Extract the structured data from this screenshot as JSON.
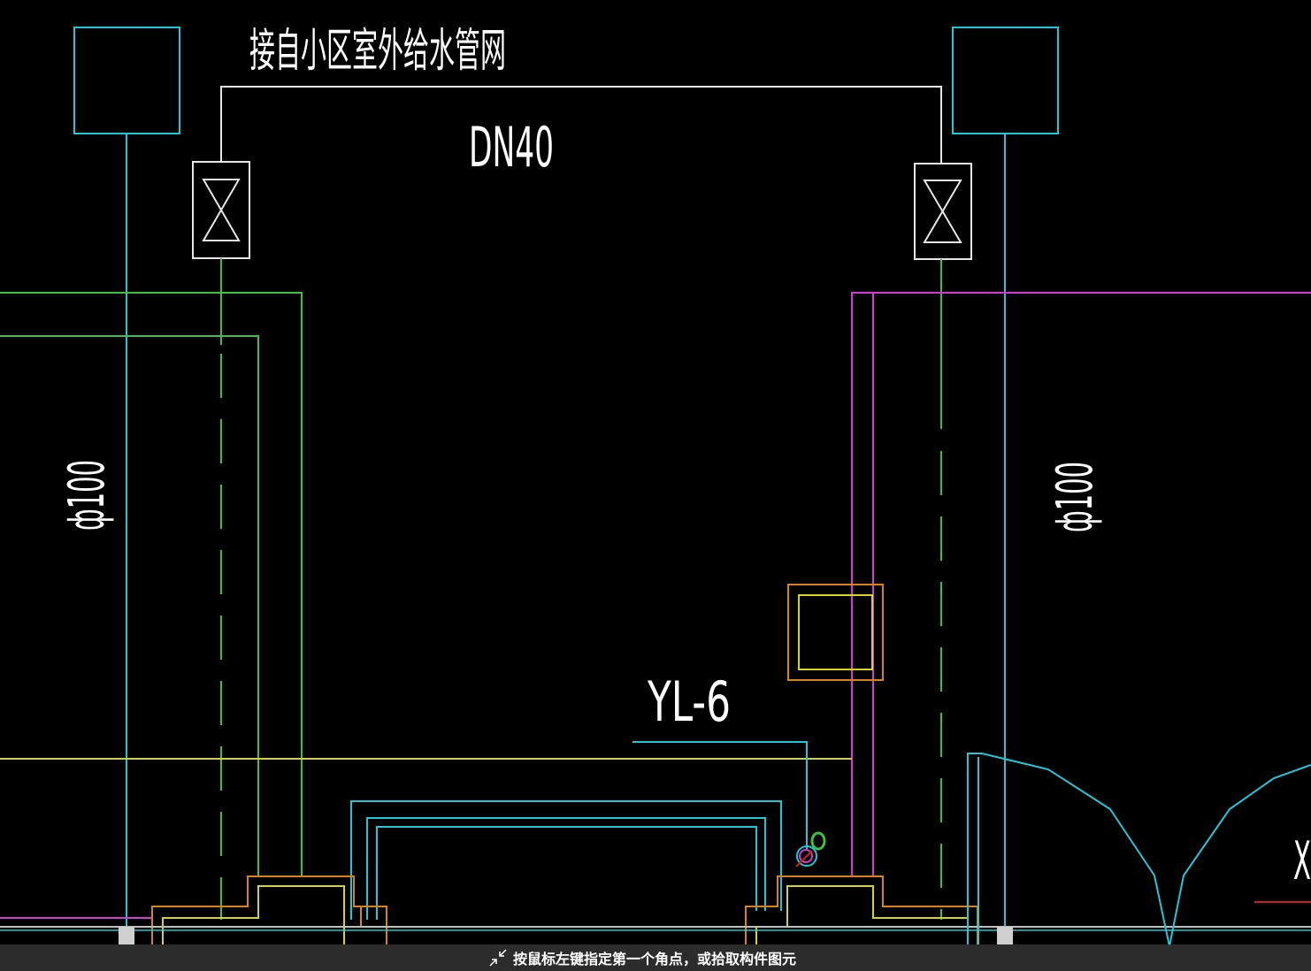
{
  "drawing": {
    "title_text": "接自小区室外给水管网",
    "pipe_size_label": "DN40",
    "left_diameter_label": "ф100",
    "right_diameter_label": "ф100",
    "riser_tag": "YL-6",
    "node_marker": "0",
    "edge_fragment_text": "X"
  },
  "status": {
    "prompt_text": "按鼠标左键指定第一个角点，或拾取构件图元",
    "icon": "window-select-icon"
  },
  "colors": {
    "background": "#000000",
    "cyan": "#1fc8d8",
    "white": "#e6e6e6",
    "green": "#3ec23e",
    "magenta": "#d23cd2",
    "yellow": "#d6d41c",
    "orange": "#d9821c",
    "red": "#d21c1c"
  }
}
